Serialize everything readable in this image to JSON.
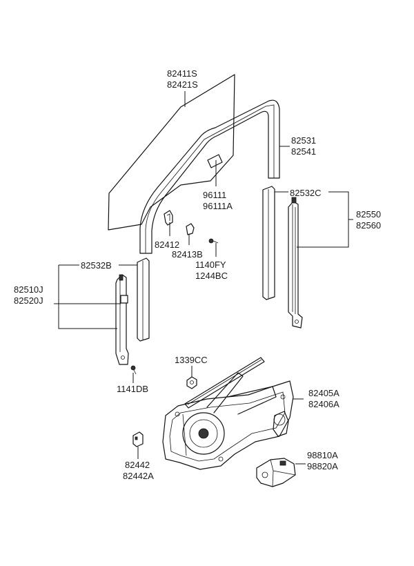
{
  "labels": {
    "glass": [
      "82411S",
      "82421S"
    ],
    "sash_channel": [
      "82531",
      "82541"
    ],
    "sticker": [
      "96111",
      "96111A"
    ],
    "run_rear": "82532C",
    "rear_channel": [
      "82550",
      "82560"
    ],
    "clip_a": "82412",
    "clip_b": "82413B",
    "bolt": [
      "1140FY",
      "1244BC"
    ],
    "run_front": "82532B",
    "front_channel": [
      "82510J",
      "82520J"
    ],
    "screw": "1141DB",
    "nut": "1339CC",
    "regulator": [
      "82405A",
      "82406A"
    ],
    "holder": [
      "82442",
      "82442A"
    ],
    "motor": [
      "98810A",
      "98820A"
    ]
  }
}
